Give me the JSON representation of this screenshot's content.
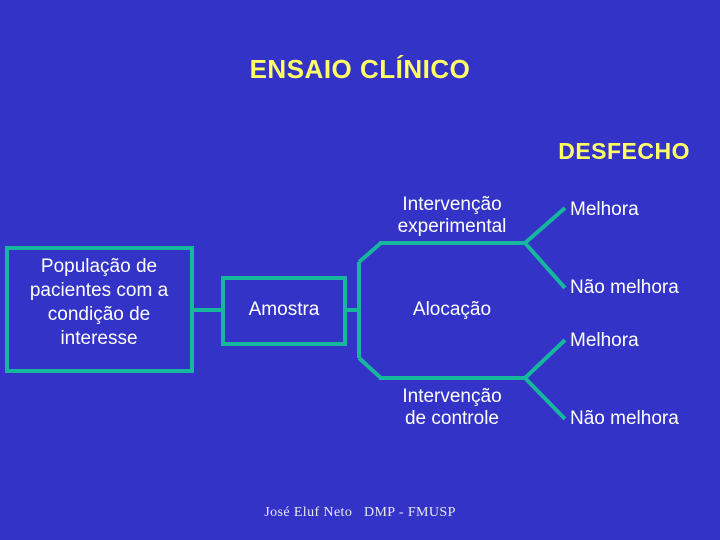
{
  "slide": {
    "title": "ENSAIO CLÍNICO",
    "section_label": "DESFECHO",
    "background_color": "#3333c8",
    "heading_color": "#ffff66",
    "line_color": "#16b79c",
    "text_color": "#ffffff",
    "footer": "José Eluf Neto   DMP - FMUSP"
  },
  "diagram": {
    "population_box": "População de\npacientes com a\ncondição de\ninteresse",
    "sample_box": "Amostra",
    "allocation_label": "Alocação",
    "arms": [
      {
        "label": "Intervenção\nexperimental"
      },
      {
        "label": "Intervenção\nde controle"
      }
    ],
    "outcomes": [
      {
        "label": "Melhora"
      },
      {
        "label": "Não melhora"
      },
      {
        "label": "Melhora"
      },
      {
        "label": "Não melhora"
      }
    ]
  }
}
